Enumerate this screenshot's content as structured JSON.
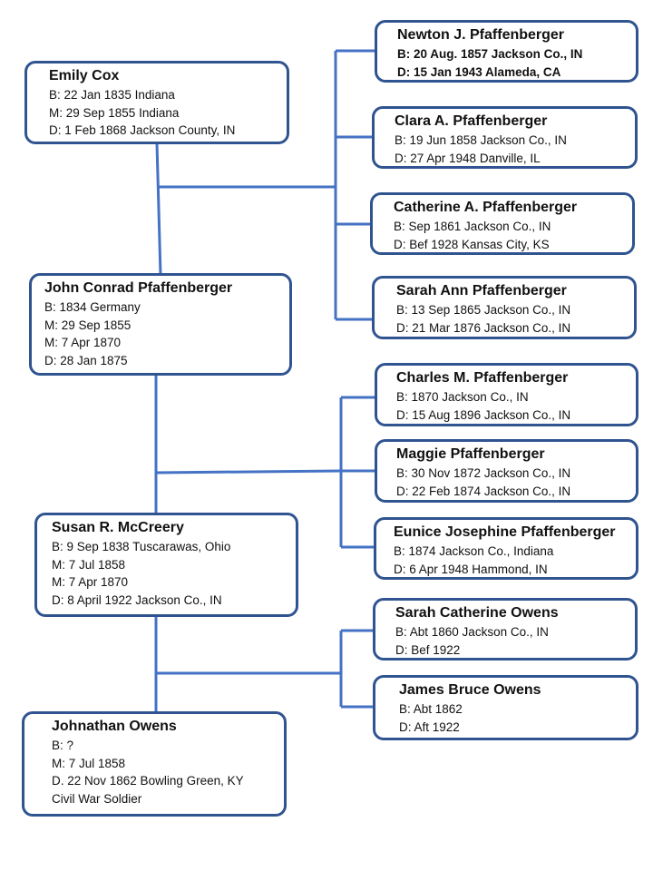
{
  "parents": {
    "emily": {
      "name": "Emily Cox",
      "lines": [
        "B: 22 Jan 1835 Indiana",
        "M: 29 Sep 1855 Indiana",
        "D: 1 Feb 1868 Jackson County, IN"
      ]
    },
    "john": {
      "name": "John Conrad Pfaffenberger",
      "lines": [
        "B: 1834 Germany",
        "M: 29 Sep 1855",
        "M: 7 Apr 1870",
        "D: 28 Jan 1875"
      ]
    },
    "susan": {
      "name": "Susan R. McCreery",
      "lines": [
        "B: 9 Sep 1838 Tuscarawas, Ohio",
        "M: 7 Jul 1858",
        "M: 7 Apr 1870",
        "D: 8 April 1922 Jackson Co., IN"
      ]
    },
    "johnathan": {
      "name": "Johnathan Owens",
      "lines": [
        "B: ?",
        "M: 7 Jul 1858",
        "D. 22 Nov 1862 Bowling Green, KY",
        "Civil War Soldier"
      ]
    }
  },
  "children": {
    "newton": {
      "name": "Newton J. Pfaffenberger",
      "lines": [
        "B: 20 Aug. 1857 Jackson Co., IN",
        "D: 15 Jan 1943 Alameda, CA"
      ]
    },
    "clara": {
      "name": "Clara A.  Pfaffenberger",
      "lines": [
        "B: 19 Jun 1858 Jackson Co., IN",
        "D: 27 Apr 1948  Danville, IL"
      ]
    },
    "catherine": {
      "name": "Catherine A. Pfaffenberger",
      "lines": [
        "B: Sep 1861  Jackson Co., IN",
        "D: Bef 1928 Kansas City, KS"
      ]
    },
    "sarah_ann": {
      "name": "Sarah Ann Pfaffenberger",
      "lines": [
        "B: 13 Sep 1865  Jackson Co., IN",
        "D: 21 Mar 1876 Jackson Co., IN"
      ]
    },
    "charles": {
      "name": "Charles M. Pfaffenberger",
      "lines": [
        "B: 1870 Jackson Co., IN",
        "D: 15 Aug 1896 Jackson Co., IN"
      ]
    },
    "maggie": {
      "name": "Maggie Pfaffenberger",
      "lines": [
        "B: 30 Nov 1872 Jackson Co., IN",
        "D: 22 Feb 1874 Jackson Co., IN"
      ]
    },
    "eunice": {
      "name": "Eunice Josephine Pfaffenberger",
      "lines": [
        "B: 1874 Jackson Co., Indiana",
        "D: 6 Apr 1948 Hammond, IN"
      ]
    },
    "sarah_catherine": {
      "name": "Sarah Catherine Owens",
      "lines": [
        "B: Abt 1860 Jackson Co., IN",
        "D: Bef  1922"
      ]
    },
    "james": {
      "name": "James Bruce Owens",
      "lines": [
        "B: Abt 1862",
        "D: Aft 1922"
      ]
    }
  },
  "colors": {
    "box_border": "#2f5490",
    "connector": "#4472c4"
  }
}
